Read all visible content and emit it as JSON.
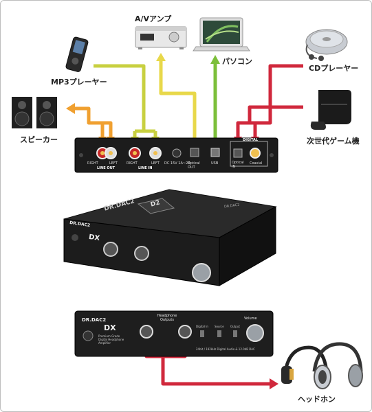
{
  "labels": {
    "av_amp": "A/Vアンプ",
    "mp3": "MP3プレーヤー",
    "pc": "パソコン",
    "cd": "CDプレーヤー",
    "speaker": "スピーカー",
    "game": "次世代ゲーム機",
    "headphone": "ヘッドホン"
  },
  "rear_panel": {
    "right": "RIGHT",
    "left": "LEFT",
    "line_out": "LINE OUT",
    "line_in": "LINE IN",
    "dc": "DC 15V 1A~2A",
    "optical_out": "Optical OUT",
    "usb": "USB",
    "optical_in": "Optical IN",
    "coaxial": "Coaxial",
    "digital": "DIGITAL"
  },
  "front_panel": {
    "brand": "DR.DAC2",
    "model": "DX",
    "headphone_outputs": "Headphone Outputs",
    "volume": "Volume",
    "subtitle": "Premium Grade Digital Headphone Amplifier",
    "footer": "24bit / 192kHz Digital Audio & 12.0dB DAC",
    "digital_in": "Digital In",
    "source": "Source",
    "output": "Output"
  },
  "box": {
    "brand": "DR.DAC2",
    "badge": "D2",
    "side_brand": "DR.DAC2"
  },
  "colors": {
    "orange": "#f0a030",
    "yellow_green": "#c8d040",
    "green": "#7cbf3a",
    "red": "#d0283c",
    "yellow": "#e8d84a"
  }
}
